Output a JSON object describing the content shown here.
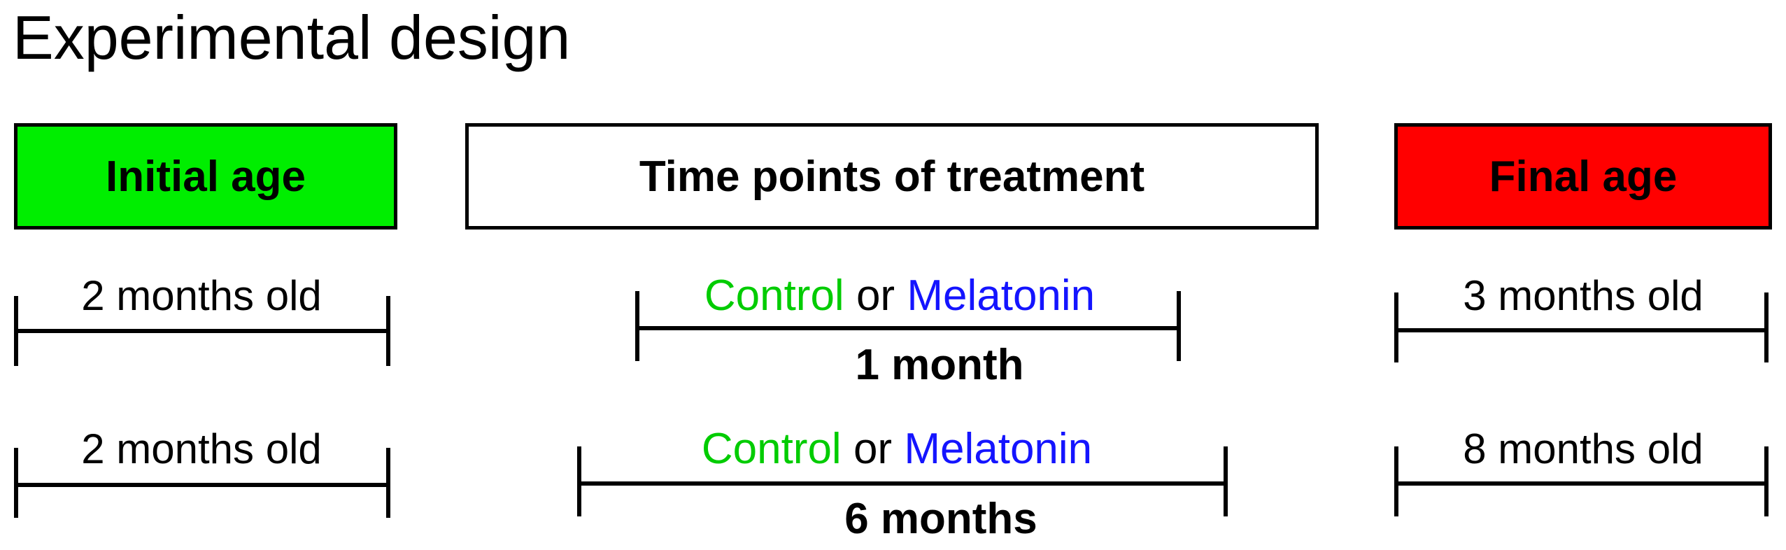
{
  "title": "Experimental design",
  "colors": {
    "initial_box": "#00ee00",
    "treatment_box": "#ffffff",
    "final_box": "#ff0000",
    "control": "#00cc00",
    "melatonin": "#1414ff"
  },
  "headers": {
    "initial": "Initial age",
    "treatment": "Time points of treatment",
    "final": "Final age"
  },
  "rows": [
    {
      "initial_age": "2 months old",
      "control": "Control",
      "connector": "or",
      "melatonin": "Melatonin",
      "duration": "1 month",
      "final_age": "3 months old"
    },
    {
      "initial_age": "2 months old",
      "control": "Control",
      "connector": "or",
      "melatonin": "Melatonin",
      "duration": "6 months",
      "final_age": "8 months old"
    }
  ]
}
